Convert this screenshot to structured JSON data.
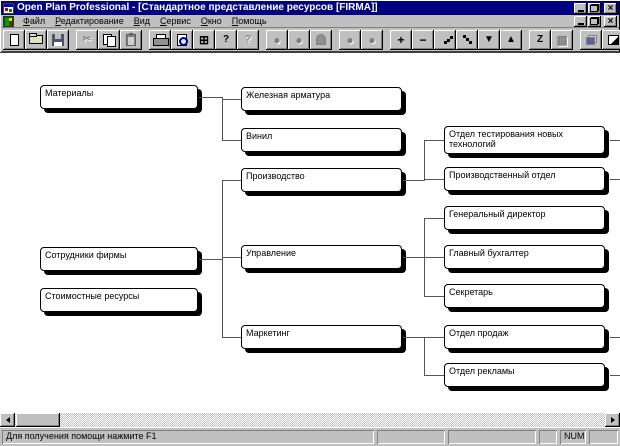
{
  "window": {
    "title": "Open Plan Professional - [Стандартное представление ресурсов [FIRMA]]",
    "icons": {
      "close_glyph": "×"
    },
    "colors": {
      "titlebar": "#000080",
      "chrome": "#c0c0c0",
      "canvas": "#ffffff",
      "box_border": "#000000"
    }
  },
  "menu": {
    "items": [
      {
        "label": "Файл"
      },
      {
        "label": "Редактирование"
      },
      {
        "label": "Вид"
      },
      {
        "label": "Сервис"
      },
      {
        "label": "Окно"
      },
      {
        "label": "Помощь"
      }
    ]
  },
  "toolbar": {
    "buttons": [
      {
        "name": "new-document",
        "icon": "page-icon",
        "enabled": true
      },
      {
        "name": "open-file",
        "icon": "folder-icon",
        "enabled": true
      },
      {
        "name": "save",
        "icon": "floppy-icon",
        "enabled": true
      },
      {
        "name": "cut",
        "icon": "scissors-icon",
        "glyph": "✂",
        "enabled": false
      },
      {
        "name": "copy",
        "icon": "copy-pages-icon",
        "enabled": true
      },
      {
        "name": "paste",
        "icon": "clipboard-icon",
        "enabled": false
      },
      {
        "name": "print",
        "icon": "printer-icon",
        "enabled": true
      },
      {
        "name": "print-preview",
        "icon": "page-magnifier-icon",
        "enabled": true
      },
      {
        "name": "table-setup",
        "icon": "squared-plus-icon",
        "glyph": "⊞",
        "enabled": true
      },
      {
        "name": "help",
        "icon": "question-icon",
        "glyph": "?",
        "enabled": true
      },
      {
        "name": "context-help",
        "icon": "arrow-question-icon",
        "glyph": "?",
        "enabled": false
      },
      {
        "name": "shape-circle-1",
        "icon": "circle-icon",
        "glyph": "●",
        "enabled": false
      },
      {
        "name": "shape-circle-2",
        "icon": "circle-icon",
        "glyph": "●",
        "enabled": false
      },
      {
        "name": "shape-rounded",
        "icon": "tombstone-icon",
        "enabled": false
      },
      {
        "name": "shape-circle-3",
        "icon": "circle-icon",
        "glyph": "●",
        "enabled": false
      },
      {
        "name": "shape-circle-4",
        "icon": "circle-icon",
        "glyph": "●",
        "enabled": false
      },
      {
        "name": "add-resource",
        "icon": "plus-icon",
        "glyph": "+",
        "enabled": true
      },
      {
        "name": "delete-resource",
        "icon": "minus-icon",
        "glyph": "−",
        "enabled": true
      },
      {
        "name": "link-nodes",
        "icon": "dots-icon",
        "enabled": true
      },
      {
        "name": "steps-view",
        "icon": "staircase-icon",
        "enabled": true
      },
      {
        "name": "move-down",
        "icon": "down-arrow-icon",
        "glyph": "▼",
        "enabled": true
      },
      {
        "name": "move-up",
        "icon": "up-arrow-icon",
        "glyph": "▲",
        "enabled": true
      },
      {
        "name": "zigzag-view",
        "icon": "z-icon",
        "glyph": "Z",
        "enabled": true
      },
      {
        "name": "grid-view",
        "icon": "grid-icon",
        "glyph": "▦",
        "enabled": false
      },
      {
        "name": "window-arrange",
        "icon": "overlapping-windows-icon",
        "enabled": false
      },
      {
        "name": "window-expand",
        "icon": "corner-arrow-icon",
        "enabled": true
      }
    ]
  },
  "org_chart": {
    "boxes": [
      {
        "label": "Материалы"
      },
      {
        "label": "Сотрудники фирмы"
      },
      {
        "label": "Стоимостные ресурсы"
      },
      {
        "label": "Железная арматура"
      },
      {
        "label": "Винил"
      },
      {
        "label": "Производство"
      },
      {
        "label": "Управление"
      },
      {
        "label": "Маркетинг"
      },
      {
        "label": "Отдел тестирования новых технологий"
      },
      {
        "label": "Производственный отдел"
      },
      {
        "label": "Генеральный директор"
      },
      {
        "label": "Главный бухгалтер"
      },
      {
        "label": "Секретарь"
      },
      {
        "label": "Отдел продаж"
      },
      {
        "label": "Отдел рекламы"
      }
    ],
    "hierarchy": [
      {
        "parent": "Материалы",
        "children": [
          "Железная арматура",
          "Винил"
        ]
      },
      {
        "parent": "Сотрудники фирмы",
        "children": [
          "Производство",
          "Управление",
          "Маркетинг"
        ]
      },
      {
        "parent": "Стоимостные ресурсы",
        "children": []
      },
      {
        "parent": "Производство",
        "children": [
          "Отдел тестирования новых технологий",
          "Производственный отдел"
        ]
      },
      {
        "parent": "Управление",
        "children": [
          "Генеральный директор",
          "Главный бухгалтер",
          "Секретарь"
        ]
      },
      {
        "parent": "Маркетинг",
        "children": [
          "Отдел продаж",
          "Отдел рекламы"
        ]
      }
    ],
    "nodes_with_offscreen_children": [
      "Отдел тестирования новых технологий",
      "Производственный отдел",
      "Отдел продаж",
      "Отдел рекламы"
    ]
  },
  "statusbar": {
    "help_text": "Для получения помощи нажмите F1",
    "num_indicator": "NUM"
  }
}
